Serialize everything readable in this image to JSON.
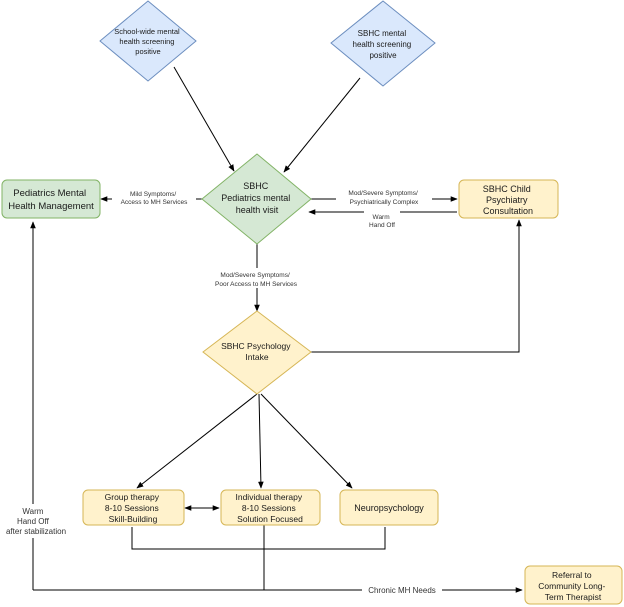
{
  "colors": {
    "diamond_blue_fill": "#dae8fc",
    "diamond_blue_stroke": "#6c8ebf",
    "green_fill": "#d5e8d4",
    "green_stroke": "#82b366",
    "yellow_fill": "#fff2cc",
    "yellow_stroke": "#d6b656",
    "edge": "#000000"
  },
  "nodes": {
    "school_screening": [
      "School-wide mental",
      "health screening",
      "positive"
    ],
    "sbhc_screening": [
      "SBHC mental",
      "health screening",
      "positive"
    ],
    "peds_visit": [
      "SBHC",
      "Pediatrics mental",
      "health visit"
    ],
    "peds_management": [
      "Pediatrics Mental",
      "Health Management"
    ],
    "child_psychiatry": [
      "SBHC Child",
      "Psychiatry",
      "Consultation"
    ],
    "psychology_intake": [
      "SBHC Psychology",
      "Intake"
    ],
    "group_therapy": [
      "Group therapy",
      "8-10 Sessions",
      "Skill-Building"
    ],
    "individual_therapy": [
      "Individual therapy",
      "8-10 Sessions",
      "Solution Focused"
    ],
    "neuropsychology": [
      "Neuropsychology"
    ],
    "referral": [
      "Referral to",
      "Community Long-",
      "Term Therapist"
    ]
  },
  "edge_labels": {
    "mild": [
      "Mild Symptoms/",
      "Access to MH Services"
    ],
    "mod_severe_complex": [
      "Mod/Severe Symptoms/",
      "Psychiatrically Complex"
    ],
    "warm_handoff_psych": [
      "Warm",
      "Hand Off"
    ],
    "mod_severe_poor_access": [
      "Mod/Severe Symptoms/",
      "Poor Access to MH Services"
    ],
    "warm_handoff_stabilization": [
      "Warm",
      "Hand Off",
      "after stabilization"
    ],
    "chronic": [
      "Chronic MH Needs"
    ]
  }
}
